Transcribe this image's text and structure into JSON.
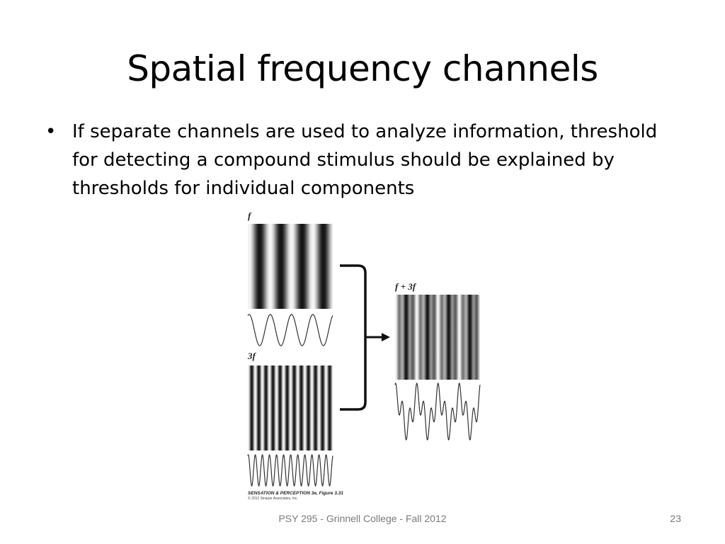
{
  "slide": {
    "title": "Spatial frequency channels",
    "bullets": [
      "If separate channels are used to analyze information, threshold for detecting a compound stimulus should be explained by thresholds for individual components"
    ],
    "footer": "PSY 295 - Grinnell College - Fall 2012",
    "page_number": "23"
  },
  "figure": {
    "label_f": "f",
    "label_3f": "3f",
    "label_sum": "f + 3f",
    "credit_line1": "SENSATION & PERCEPTION 3e, Figure 3.31",
    "credit_line2": "© 2012 Sinauer Associates, Inc."
  }
}
